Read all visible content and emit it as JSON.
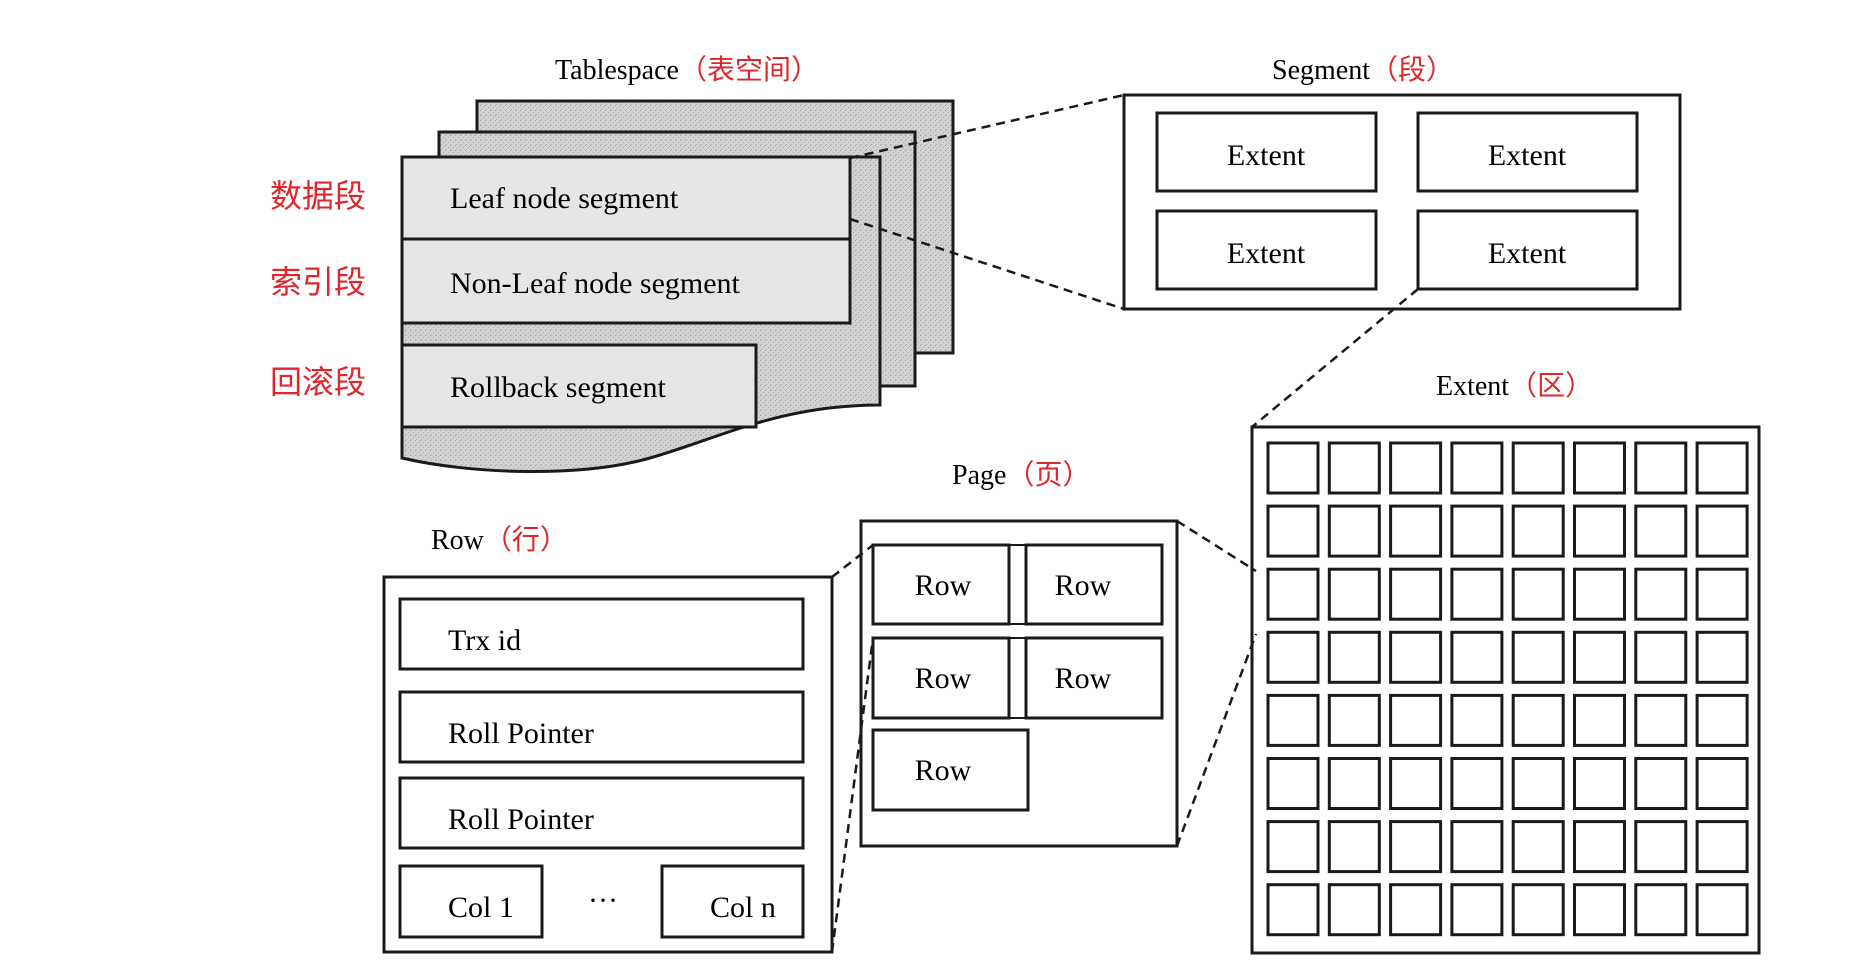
{
  "tablespace": {
    "title": "Tablespace",
    "title_cn": "（表空间）",
    "segments": [
      {
        "cn": "数据段",
        "label": "Leaf node segment"
      },
      {
        "cn": "索引段",
        "label": "Non-Leaf node segment"
      },
      {
        "cn": "回滚段",
        "label": "Rollback segment"
      }
    ]
  },
  "segment": {
    "title": "Segment",
    "title_cn": "（段）",
    "extents": [
      "Extent",
      "Extent",
      "Extent",
      "Extent"
    ]
  },
  "extent": {
    "title": "Extent",
    "title_cn": "（区）",
    "grid_rows": 8,
    "grid_cols": 8
  },
  "page": {
    "title": "Page",
    "title_cn": "（页）",
    "rows": [
      "Row",
      "Row",
      "Row",
      "Row",
      "Row"
    ]
  },
  "row": {
    "title": "Row",
    "title_cn": "（行）",
    "fields": [
      "Trx id",
      "Roll Pointer",
      "Roll Pointer"
    ],
    "col_first": "Col 1",
    "col_ellipsis": "···",
    "col_last": "Col n"
  },
  "colors": {
    "annotation": "#e0262b",
    "stroke": "#1a1a1a",
    "sheet_fill": "#e6e6e6",
    "sheet_shade": "#c9c9c9"
  }
}
